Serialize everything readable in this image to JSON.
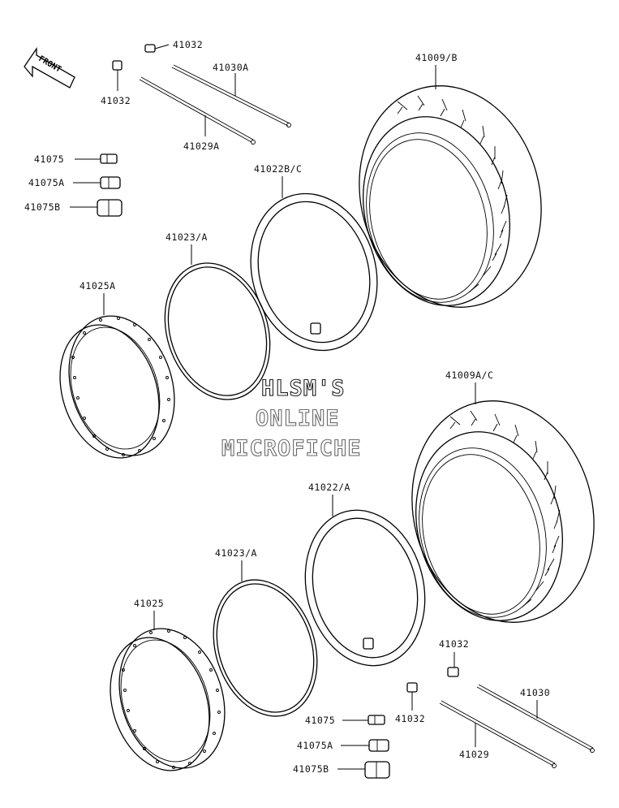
{
  "direction_label": "FRONT",
  "watermark": [
    "HLSM'S",
    "ONLINE",
    "MICROFICHE"
  ],
  "part_labels": {
    "cap_top_right": "41032",
    "cap_top_left": "41032",
    "spoke_top": "41030A",
    "spoke_top_lower": "41029A",
    "tire_top": "41009/B",
    "valve_top_1": "41075",
    "valve_top_2": "41075A",
    "valve_top_3": "41075B",
    "tube_top": "41022B/C",
    "rimband_top": "41023/A",
    "rim_top": "41025A",
    "tire_bottom": "41009A/C",
    "tube_bottom": "41022/A",
    "rimband_bottom": "41023/A",
    "rim_bottom": "41025",
    "cap_bottom_right": "41032",
    "cap_bottom_left": "41032",
    "spoke_bottom": "41030",
    "spoke_bottom_lower": "41029",
    "valve_bottom_1": "41075",
    "valve_bottom_2": "41075A",
    "valve_bottom_3": "41075B"
  }
}
